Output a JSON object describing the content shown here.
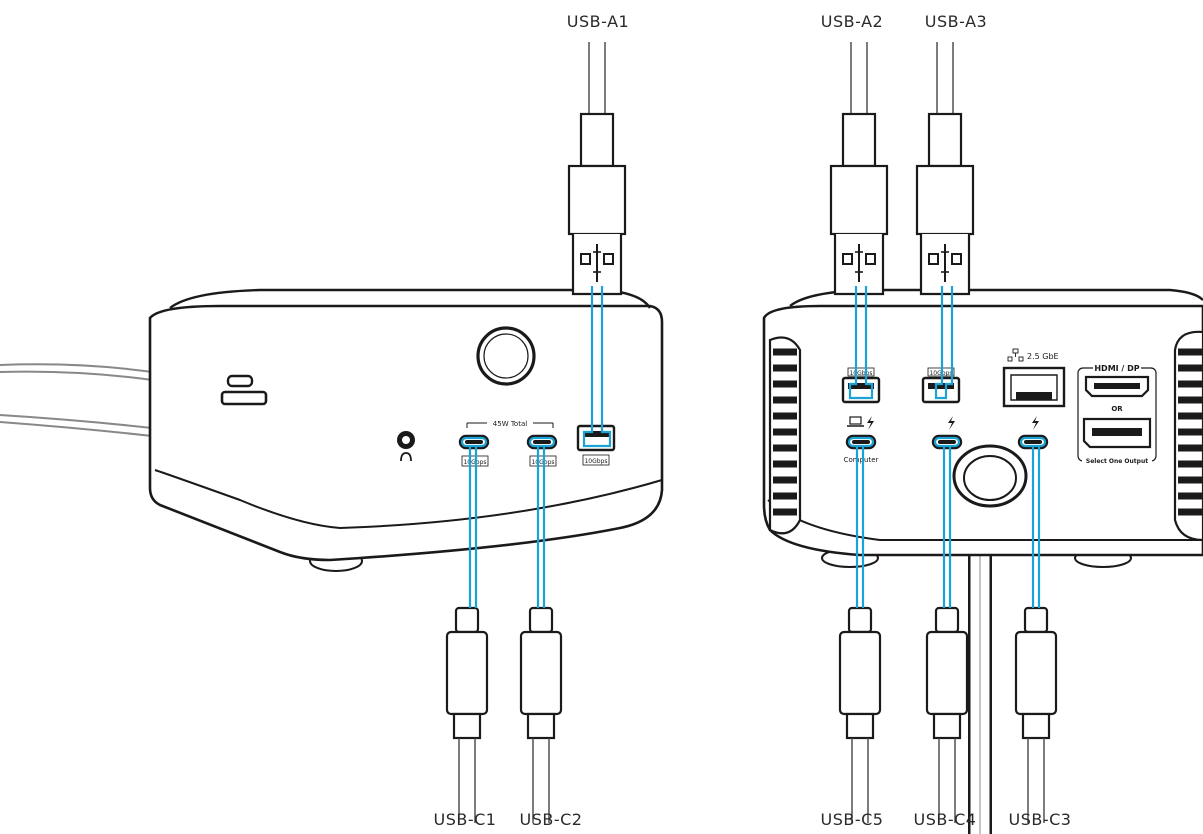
{
  "labels": {
    "usb_a1": "USB-A1",
    "usb_a2": "USB-A2",
    "usb_a3": "USB-A3",
    "usb_c1": "USB-C1",
    "usb_c2": "USB-C2",
    "usb_c3": "USB-C3",
    "usb_c4": "USB-C4",
    "usb_c5": "USB-C5"
  },
  "front_panel": {
    "power_total": "45W Total",
    "port_c1_speed": "10Gbps",
    "port_c2_speed": "10Gbps",
    "port_a1_speed": "10Gbps"
  },
  "back_panel": {
    "port_a2_speed": "10Gbps",
    "port_a3_speed": "10Gbps",
    "ethernet": "2.5 GbE",
    "hdmi_dp": "HDMI / DP",
    "or": "OR",
    "select_output": "Select One Output",
    "computer": "Computer"
  },
  "colors": {
    "connector_line": "#1ba3d6",
    "outline": "#1a1a1a"
  }
}
